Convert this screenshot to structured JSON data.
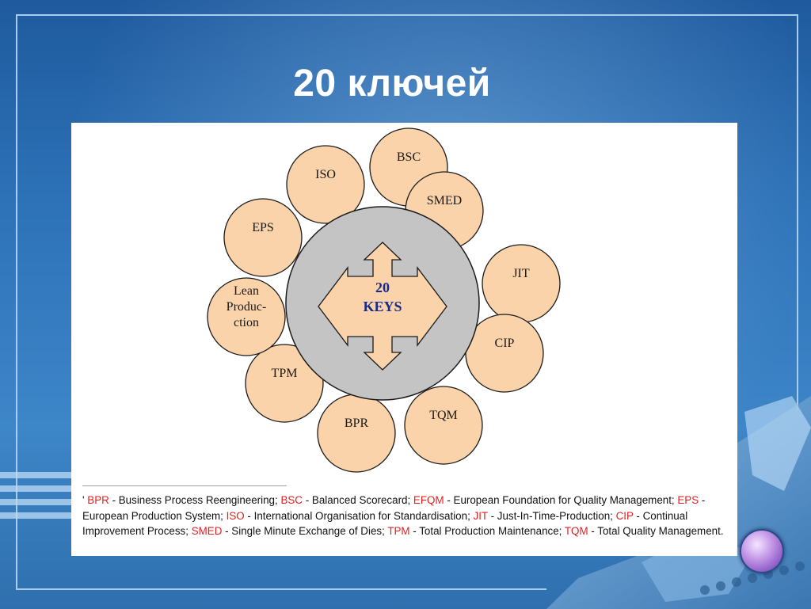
{
  "slide": {
    "title": "20 ключей"
  },
  "diagram": {
    "center_label_lines": [
      "20",
      "KEYS"
    ],
    "keys": [
      {
        "label": "BSC"
      },
      {
        "label": "SMED"
      },
      {
        "label": "JIT"
      },
      {
        "label": "CIP"
      },
      {
        "label": "TQM"
      },
      {
        "label": "BPR"
      },
      {
        "label": "TPM"
      },
      {
        "label": "Lean Production",
        "lines": [
          "Lean",
          "Produc-",
          "ction"
        ]
      },
      {
        "label": "EPS"
      },
      {
        "label": "ISO"
      }
    ],
    "colors": {
      "key_fill": "#fad3ab",
      "key_stroke": "#1a1a1a",
      "hub_fill": "#c4c4c4",
      "arrow_fill": "#fad3ab",
      "center_text": "#1a2a8a",
      "abbr_red": "#e02020"
    }
  },
  "footnote": {
    "marker": "'",
    "entries": [
      {
        "abbr": "BPR",
        "text": " - Business Process Reengineering; "
      },
      {
        "abbr": "BSC",
        "text": " - Balanced Scorecard; "
      },
      {
        "abbr": "EFQM",
        "text": " - European Foundation for Quality Management; "
      },
      {
        "abbr": "EPS",
        "text": " - European Production System; "
      },
      {
        "abbr": "ISO",
        "text": " - International Organisation for Standardisation; "
      },
      {
        "abbr": "JIT",
        "text": " - Just-In-Time-Production; "
      },
      {
        "abbr": "CIP",
        "text": " - Continual Improvement Process; "
      },
      {
        "abbr": "SMED",
        "text": " - Single Minute Exchange of Dies; "
      },
      {
        "abbr": "TPM",
        "text": " - Total Production Maintenance;"
      },
      {
        "abbr": "TQM",
        "text": " - Total Quality Management."
      }
    ]
  }
}
